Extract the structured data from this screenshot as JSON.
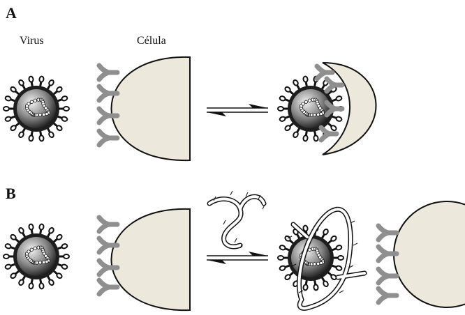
{
  "panels": [
    {
      "letter": "A"
    },
    {
      "letter": "B"
    }
  ],
  "labels": {
    "virus": "Virus",
    "cell": "Célula"
  },
  "colors": {
    "cell_fill": "#ece8dc",
    "receptor": "#8f8f8f",
    "outline": "#111111",
    "rna_fill": "#ffffff",
    "virion_dark": "#1e1e1e",
    "virion_light": "#f2f2f2"
  }
}
